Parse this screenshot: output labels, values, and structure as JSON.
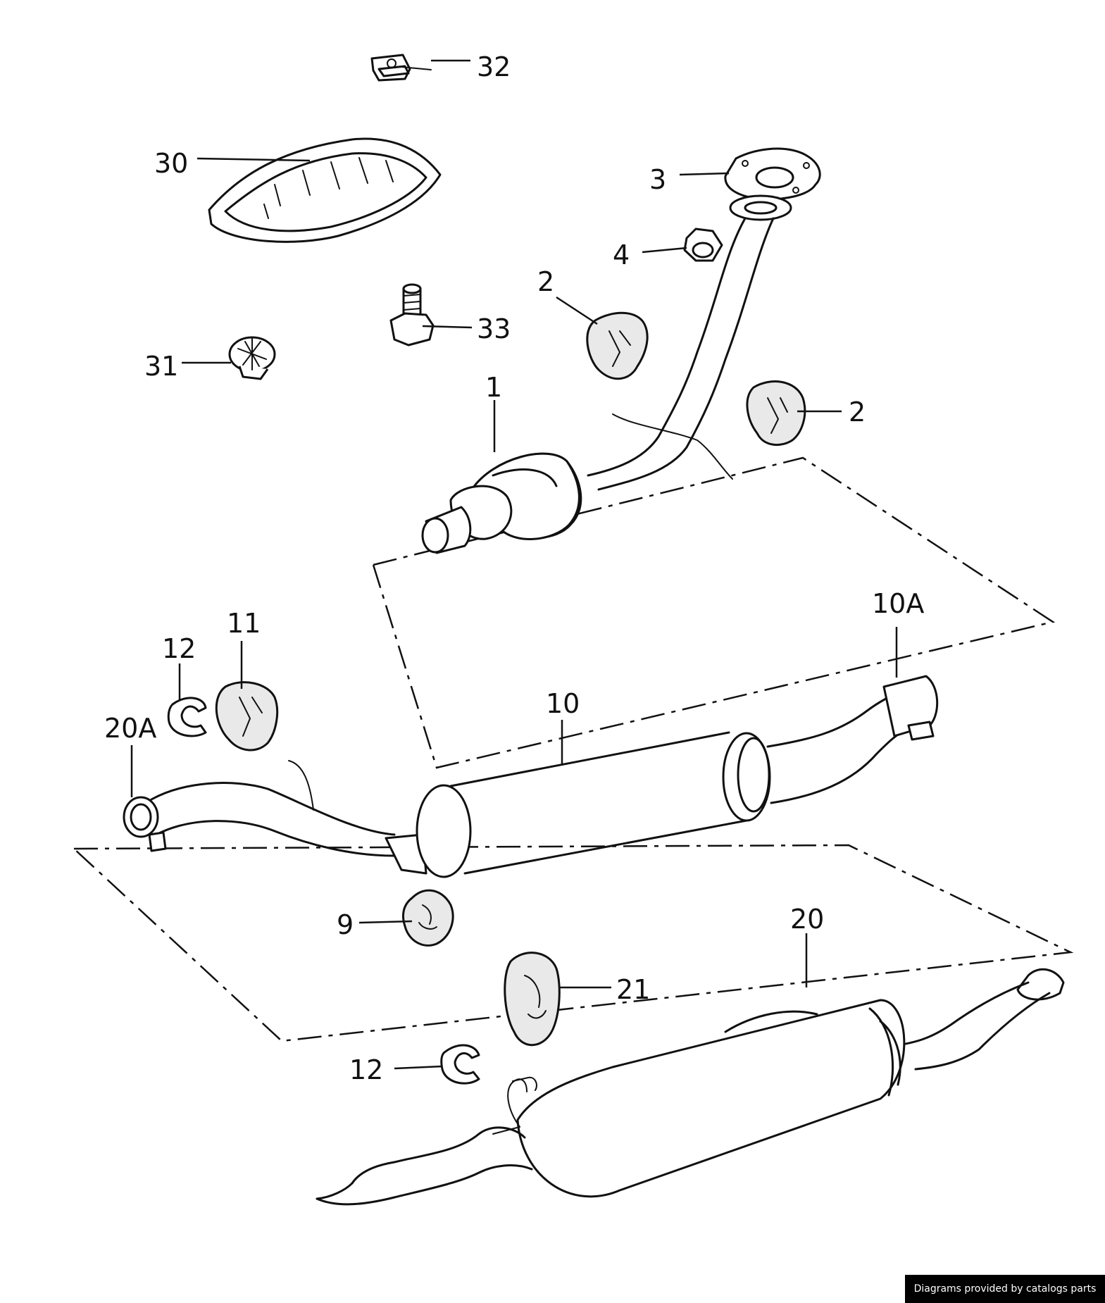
{
  "credit": "Diagrams provided by catalogs parts",
  "callouts": [
    {
      "id": "c32",
      "text": "32"
    },
    {
      "id": "c30",
      "text": "30"
    },
    {
      "id": "c3",
      "text": "3"
    },
    {
      "id": "c4",
      "text": "4"
    },
    {
      "id": "c2a",
      "text": "2"
    },
    {
      "id": "c33",
      "text": "33"
    },
    {
      "id": "c31",
      "text": "31"
    },
    {
      "id": "c1",
      "text": "1"
    },
    {
      "id": "c2b",
      "text": "2"
    },
    {
      "id": "c10A",
      "text": "10A"
    },
    {
      "id": "c11",
      "text": "11"
    },
    {
      "id": "c12a",
      "text": "12"
    },
    {
      "id": "c20A",
      "text": "20A"
    },
    {
      "id": "c10",
      "text": "10"
    },
    {
      "id": "c9",
      "text": "9"
    },
    {
      "id": "c20",
      "text": "20"
    },
    {
      "id": "c21",
      "text": "21"
    },
    {
      "id": "c12b",
      "text": "12"
    }
  ]
}
